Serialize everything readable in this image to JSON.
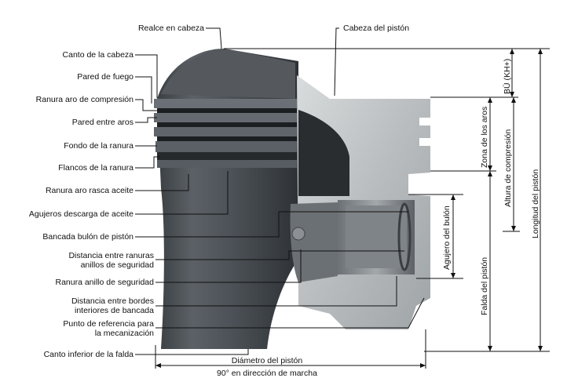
{
  "labels": {
    "realce_cabeza": "Realce en cabeza",
    "cabeza_piston": "Cabeza del pistón",
    "canto_cabeza": "Canto de la cabeza",
    "pared_fuego": "Pared de fuego",
    "ranura_compresion": "Ranura aro de compresión",
    "pared_entre_aros": "Pared entre aros",
    "fondo_ranura": "Fondo de la ranura",
    "flancos_ranura": "Flancos de la ranura",
    "ranura_rasca": "Ranura aro rasca aceite",
    "agujeros_aceite": "Agujeros descarga de aceite",
    "bancada_bulon": "Bancada bulón de pistón",
    "distancia_ranuras_1": "Distancia entre ranuras",
    "distancia_ranuras_2": "anillos de seguridad",
    "ranura_seguridad": "Ranura anillo de seguridad",
    "distancia_bordes_1": "Distancia entre bordes",
    "distancia_bordes_2": "interiores de bancada",
    "punto_ref_1": "Punto de referencia para",
    "punto_ref_2": "la mecanización",
    "canto_falda": "Canto inferior de la falda",
    "diametro": "Diámetro del pistón",
    "direccion": "90° en dirección de marcha",
    "bu": "BÜ (KH+)",
    "zona_aros": "Zona de los aros",
    "altura_compresion": "Altura de compresión",
    "longitud": "Longitud del pistón",
    "agujero_bulon": "Agujero del bulón",
    "falda": "Falda del pistón"
  }
}
